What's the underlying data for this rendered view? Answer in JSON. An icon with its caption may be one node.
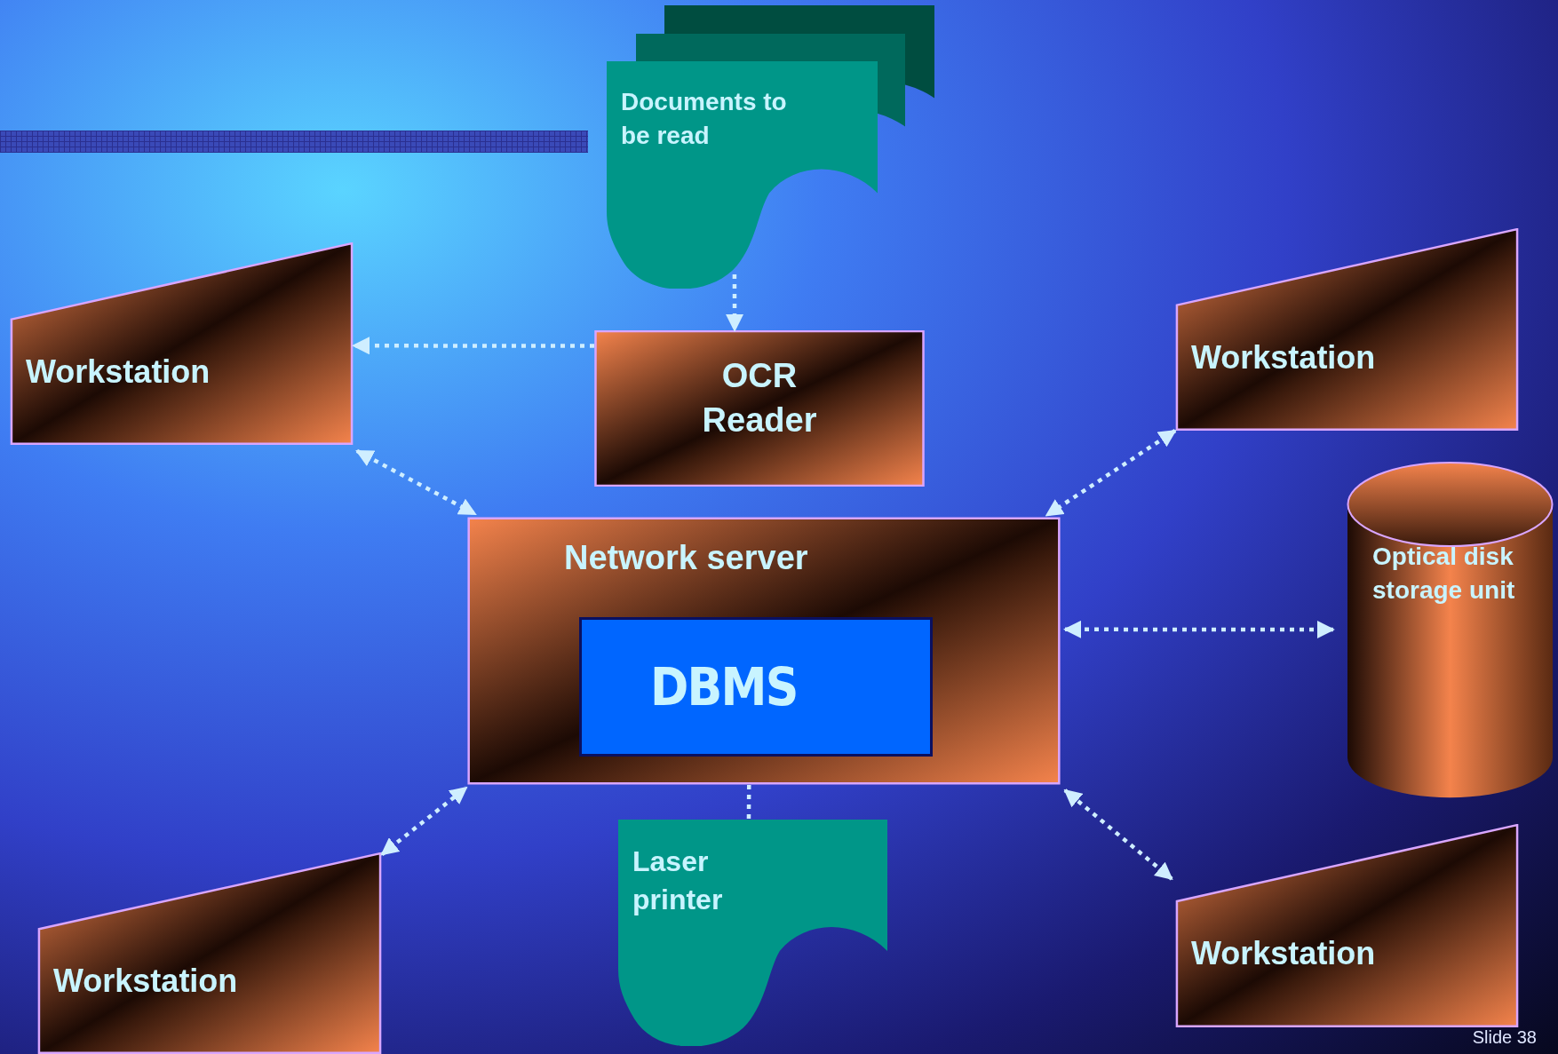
{
  "diagram": {
    "nodes": [
      {
        "text": [
          "Documents to be read"
        ]
      },
      {
        "text": [
          "Workstation"
        ]
      },
      {
        "text": [
          "OCR Reader"
        ]
      },
      {
        "text": [
          "Workstation"
        ]
      },
      {
        "text": [
          "Network server"
        ]
      },
      {
        "text": [
          "DBMS"
        ],
        "in": 4
      },
      {
        "text": [
          "Optical disk storage unit"
        ]
      },
      {
        "text": [
          "Laser printer"
        ]
      },
      {
        "text": [
          "Workstation"
        ]
      },
      {
        "text": [
          "Workstation"
        ]
      }
    ],
    "edges": [
      {
        "from": 0,
        "to": 2,
        "arrow": "to",
        "style": "dashed"
      },
      {
        "from": 2,
        "to": 1,
        "arrow": "to",
        "style": "dashed"
      },
      {
        "from": 1,
        "to": 4,
        "arrow": "both",
        "style": "dashed"
      },
      {
        "from": 3,
        "to": 4,
        "arrow": "both",
        "style": "dashed"
      },
      {
        "from": 4,
        "to": 6,
        "arrow": "both",
        "style": "dashed"
      },
      {
        "from": 4,
        "to": 7,
        "arrow": "none",
        "style": "dashed"
      },
      {
        "from": 8,
        "to": 4,
        "arrow": "both",
        "style": "dashed"
      },
      {
        "from": 9,
        "to": 4,
        "arrow": "both",
        "style": "dashed"
      }
    ],
    "labels": [
      "Slide 38"
    ]
  }
}
